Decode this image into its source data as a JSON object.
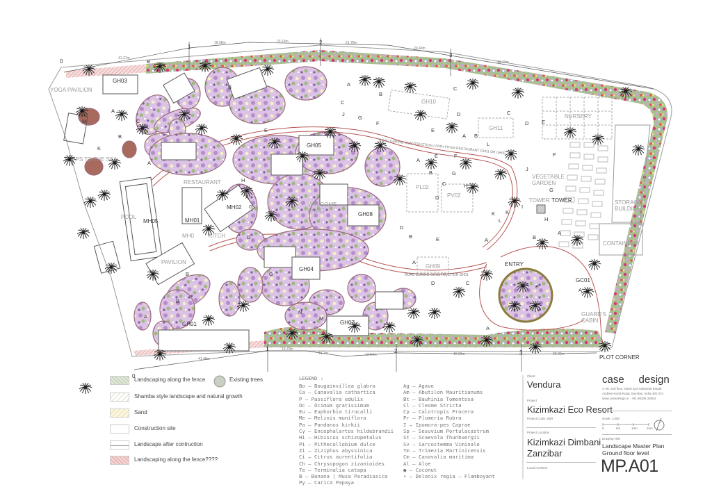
{
  "plan": {
    "labels": {
      "yoga_pavilion": "YOGA PAVILION",
      "steps_to_sea": "STEPS TO THE SEA",
      "gh03": "GH03",
      "gh05": "GH05",
      "gh10": "GH10",
      "gh11": "GH11",
      "nursery": "NURSERY",
      "restaurant": "RESTAURANT",
      "pool": "POOL",
      "mh05": "MH05",
      "mh01": "MH01",
      "mh02": "MH02",
      "mh0": "MH0",
      "kitchen": "KITCH",
      "welcome_pavilion_1": "WELCOME",
      "welcome_pavilion_2": "PAVILI",
      "gh08": "GH08",
      "pl02": "PL02",
      "pv02": "PV02",
      "vegetable_garden_1": "VEGETABLE",
      "vegetable_garden_2": "GARDEN",
      "tower_1": "TOWER",
      "tower_2": "TOWER",
      "storage_1": "STORAGE",
      "storage_2": "BUILDING",
      "containers": "CONTAINERS",
      "pavilion": "PAVILION",
      "gh04": "GH04",
      "gh09": "GH09",
      "entry": "ENTRY",
      "gc01": "GC01",
      "guards_cabin_1": "GUARD'S",
      "guards_cabin_2": "CABIN",
      "gh01": "GH01",
      "gh07": "GH07",
      "plot_corner": "PLOT CORNER",
      "road_1": "ROAD DURING CONSTRUCTION / PATH FROM RESTAURANT GH01 OR GH05",
      "road_2": "ROAD DURING CONSTRUCTION GH01"
    },
    "grid_markers": {
      "top": [
        "0",
        "1",
        "2",
        "3"
      ],
      "bottom": [
        "0",
        "1",
        "2",
        "3"
      ]
    },
    "dimensions_top": [
      "41.27m",
      "18.98m",
      "23.15m",
      "21.78m",
      "20.49m",
      "34.30m"
    ],
    "dimensions_bottom": [
      "41.48m",
      "13.70m",
      "14.7m",
      "13.64m",
      "43.00m",
      "22.35m"
    ],
    "bed_letters": [
      "A",
      "B",
      "C",
      "B",
      "A",
      "K",
      "M",
      "B",
      "A",
      "B",
      "C",
      "D",
      "G",
      "J",
      "F",
      "E",
      "A",
      "B",
      "L",
      "E",
      "F",
      "A",
      "B",
      "G",
      "C",
      "H",
      "D",
      "K",
      "C",
      "D",
      "E",
      "F",
      "J",
      "G",
      "I",
      "K",
      "H",
      "L",
      "A",
      "B",
      "G",
      "N",
      "M",
      "B",
      "A",
      "B",
      "D",
      "G",
      "B",
      "E",
      "A",
      "D",
      "C",
      "A",
      "E",
      "A",
      "A",
      "H",
      "D",
      "C",
      "A",
      "E"
    ]
  },
  "legend_symbols": {
    "items": [
      {
        "label": "Landscaping along the fence"
      },
      {
        "label": "Shamba style landscape and natural growth"
      },
      {
        "label": "Sand"
      },
      {
        "label": "Construction site"
      },
      {
        "label": "Landscape after contruction"
      },
      {
        "label": "Landscaping along the fence????"
      }
    ],
    "existing_trees": "Existing trees"
  },
  "plant_legend": {
    "title": "LEGEND :",
    "column_1": [
      "Bo — Bougainvillea glabra",
      "Ca — Canavalia cathartica",
      "P — Passiflora edulis",
      "Oc — Ocimum gratissimum",
      "Eu — Euphorbia tirucalli",
      "Me — Melinis muniflora",
      "Pa — Pandanus kirkii",
      "Cy — Encephalartos hildebrandii",
      "Hi — Hibiscus schizopetalus",
      "Pi — Pithecollobium dulce",
      "Zi — Ziziphus abyssinica",
      "Ci — Citrus aurentifolia",
      "Ch — Chrysopogon zizanioides",
      "Te — Terminalia catapa",
      "B — Banana | Musa Paradiasica",
      "Py — Carica Papaya"
    ],
    "column_2": [
      "Ag — Agave",
      "Am — Abutilon Mauritianums",
      "Bt — Bauhinia Tomentosa",
      "Cl — Cleome Stricta",
      "Cp — Calotropis Procera",
      "Pr — Plumeria Rubra",
      "I — Ipomora-pes Caprae",
      "Sp — Sesuvium Portulacastrum",
      "St — Scaevola Thunbuergii",
      "Sv — Sarcostemma Viminale",
      "Tm — Trimezia Martinicensis",
      "Cm — Canavalia maritima",
      "Al — Aloe",
      "● — Coconut",
      "• — Delonix regia — Flamboyant"
    ]
  },
  "title_block": {
    "client_label": "Client",
    "client": "Vendura",
    "project_label": "Project",
    "project": "Kizimkazi Eco Resort",
    "project_code": "Project Code: ZBR",
    "location_label": "Project Location",
    "location_1": "Kizimkazi Dimbani",
    "location_2": "Zanzibar",
    "local_architect_label": "Local Architect",
    "firm": "case     design",
    "address_1": "A-49, 2nd floor, Nand Jyot Industrial Estate",
    "address_2": "Andheri-Kurla Road, Mumbai, India 400 072",
    "address_3": "www.casedesign.in   +91 98335 33064",
    "scale": "Scale: 1:500",
    "scale_ticks": [
      "0",
      "5m",
      "10m",
      "15m"
    ],
    "drawing_title_label": "Drawing Title",
    "drawing_title_1": "Landscape Master Plan",
    "drawing_title_2": "Ground floor level",
    "drawing_number": "MP.A01"
  },
  "colors": {
    "road": "#b5524f",
    "purple": "#c9a6d8",
    "pink": "#e8c8e6",
    "green": "#8fa87a",
    "brown": "#a96a5e"
  }
}
